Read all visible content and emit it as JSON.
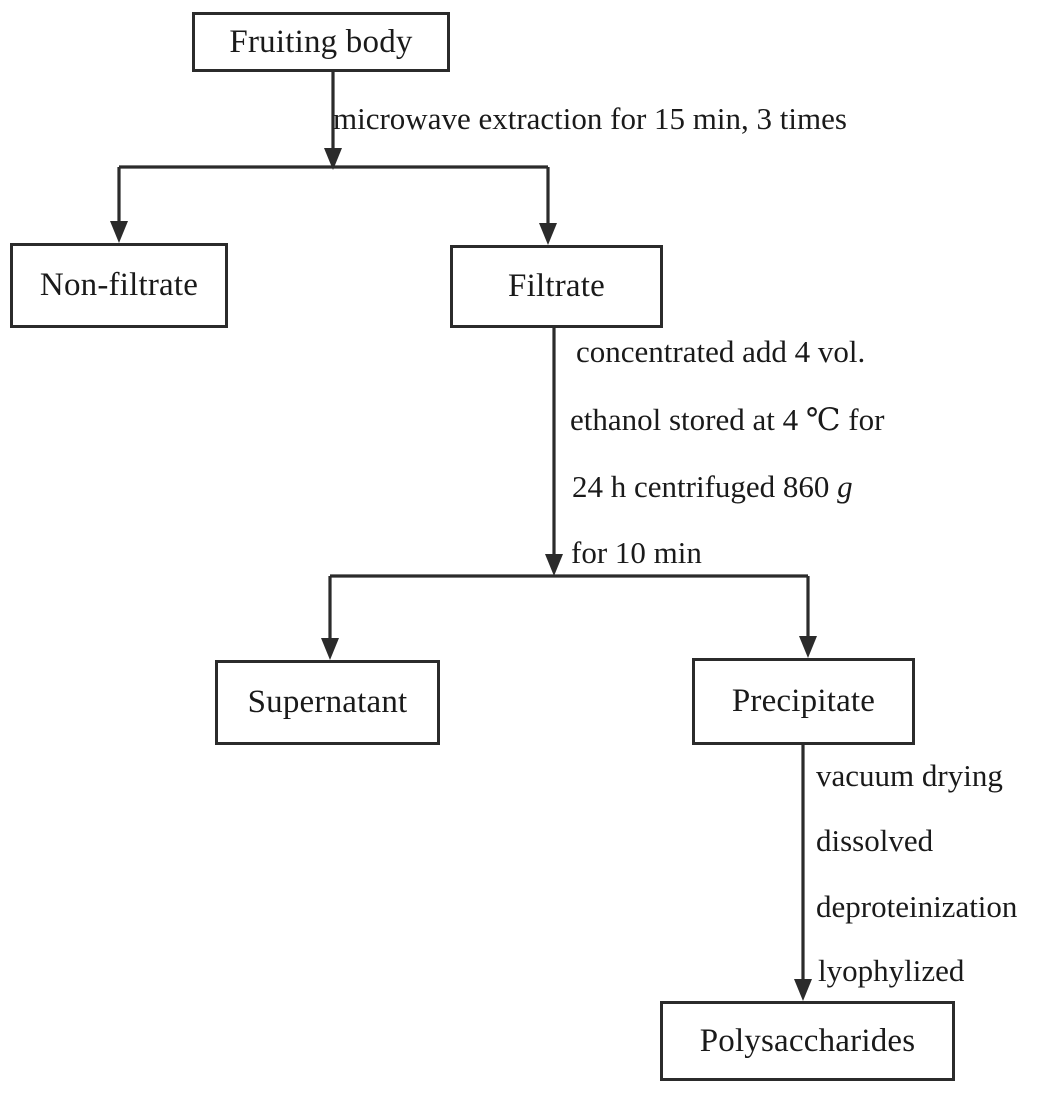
{
  "diagram": {
    "title": "Polysaccharide extraction flowchart",
    "background_color": "#ffffff",
    "line_color": "#2b2b2b",
    "text_color": "#1a1a1a"
  },
  "nodes": {
    "fruiting_body": "Fruiting body",
    "non_filtrate": "Non-filtrate",
    "filtrate": "Filtrate",
    "supernatant": "Supernatant",
    "precipitate": "Precipitate",
    "polysaccharides": "Polysaccharides"
  },
  "edge_labels": {
    "extraction": "microwave extraction for 15 min, 3 times",
    "precipitation": {
      "line1": "concentrated add 4 vol.",
      "line2": "ethanol stored at 4 ℃ for",
      "line3_prefix": "24 h centrifuged 860 ",
      "line3_italic": "g",
      "line4": "for 10 min"
    },
    "purification": {
      "line1": "vacuum drying",
      "line2": "dissolved",
      "line3": "deproteinization",
      "line4": "lyophylized"
    }
  }
}
